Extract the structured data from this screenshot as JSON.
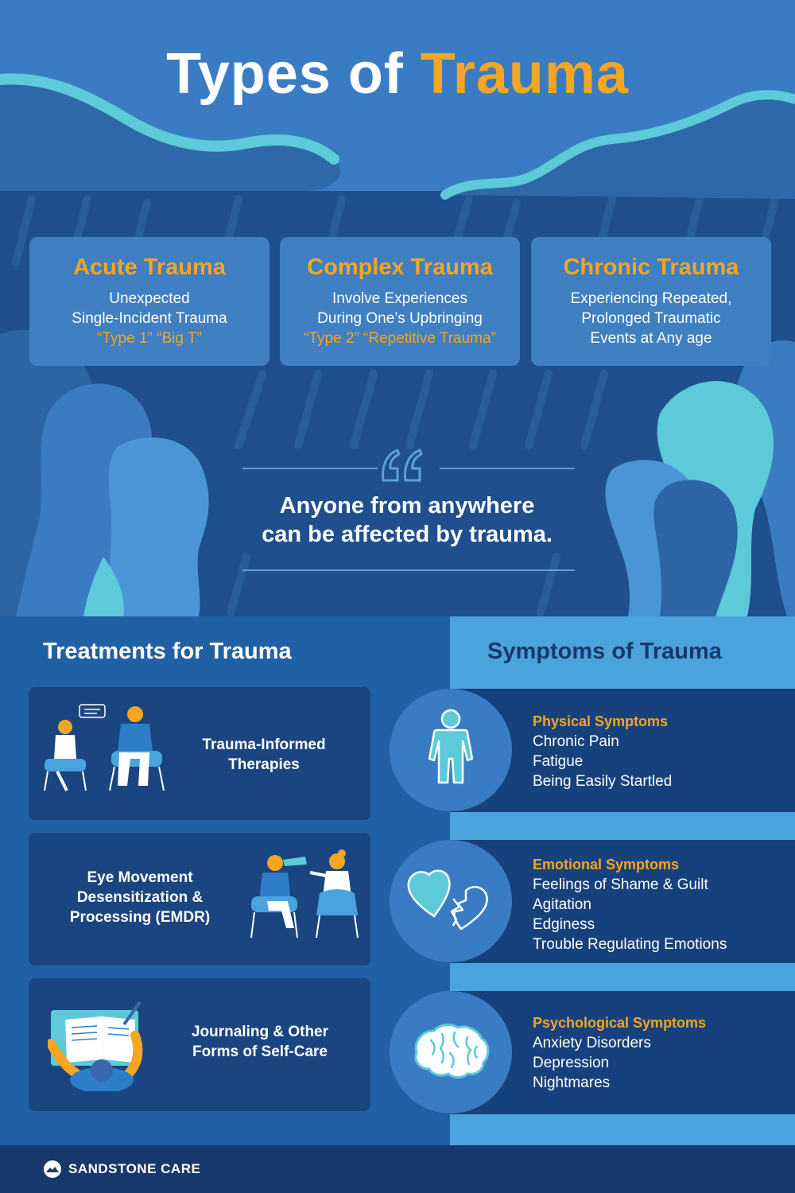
{
  "header": {
    "title_part1": "Types of",
    "title_part2": "Trauma"
  },
  "trauma_types": [
    {
      "title": "Acute Trauma",
      "line1": "Unexpected",
      "line2": "Single-Incident Trauma",
      "line3": "“Type 1” “Big T”"
    },
    {
      "title": "Complex Trauma",
      "line1": "Involve Experiences",
      "line2": "During One’s Upbringing",
      "line3": "“Type 2” “Repetitive Trauma”"
    },
    {
      "title": "Chronic Trauma",
      "line1": "Experiencing Repeated,",
      "line2": "Prolonged Traumatic",
      "line3": "Events at Any age"
    }
  ],
  "quote": {
    "line1": "Anyone from anywhere",
    "line2": "can be affected by trauma."
  },
  "treatments": {
    "title": "Treatments for Trauma",
    "items": [
      {
        "line1": "Trauma-Informed",
        "line2": "Therapies"
      },
      {
        "line1": "Eye Movement",
        "line2": "Desensitization &",
        "line3": "Processing (EMDR)"
      },
      {
        "line1": "Journaling & Other",
        "line2": "Forms of Self-Care"
      }
    ]
  },
  "symptoms": {
    "title": "Symptoms of Trauma",
    "groups": [
      {
        "heading": "Physical Symptoms",
        "items": [
          "Chronic Pain",
          "Fatigue",
          "Being Easily Startled"
        ]
      },
      {
        "heading": "Emotional Symptoms",
        "items": [
          "Feelings of Shame & Guilt",
          "Agitation",
          "Edginess",
          "Trouble Regulating Emotions"
        ]
      },
      {
        "heading": "Psychological Symptoms",
        "items": [
          "Anxiety Disorders",
          "Depression",
          "Nightmares"
        ]
      }
    ]
  },
  "footer": {
    "brand": "SANDSTONE CARE"
  },
  "colors": {
    "accent": "#f5a623",
    "dark_blue": "#1f4f8e",
    "light_blue": "#4aa3dc",
    "cyan": "#5ccad9"
  },
  "icons": [
    "quote-icon",
    "person-icon",
    "broken-heart-icon",
    "brain-icon",
    "sandstone-logo-icon"
  ]
}
